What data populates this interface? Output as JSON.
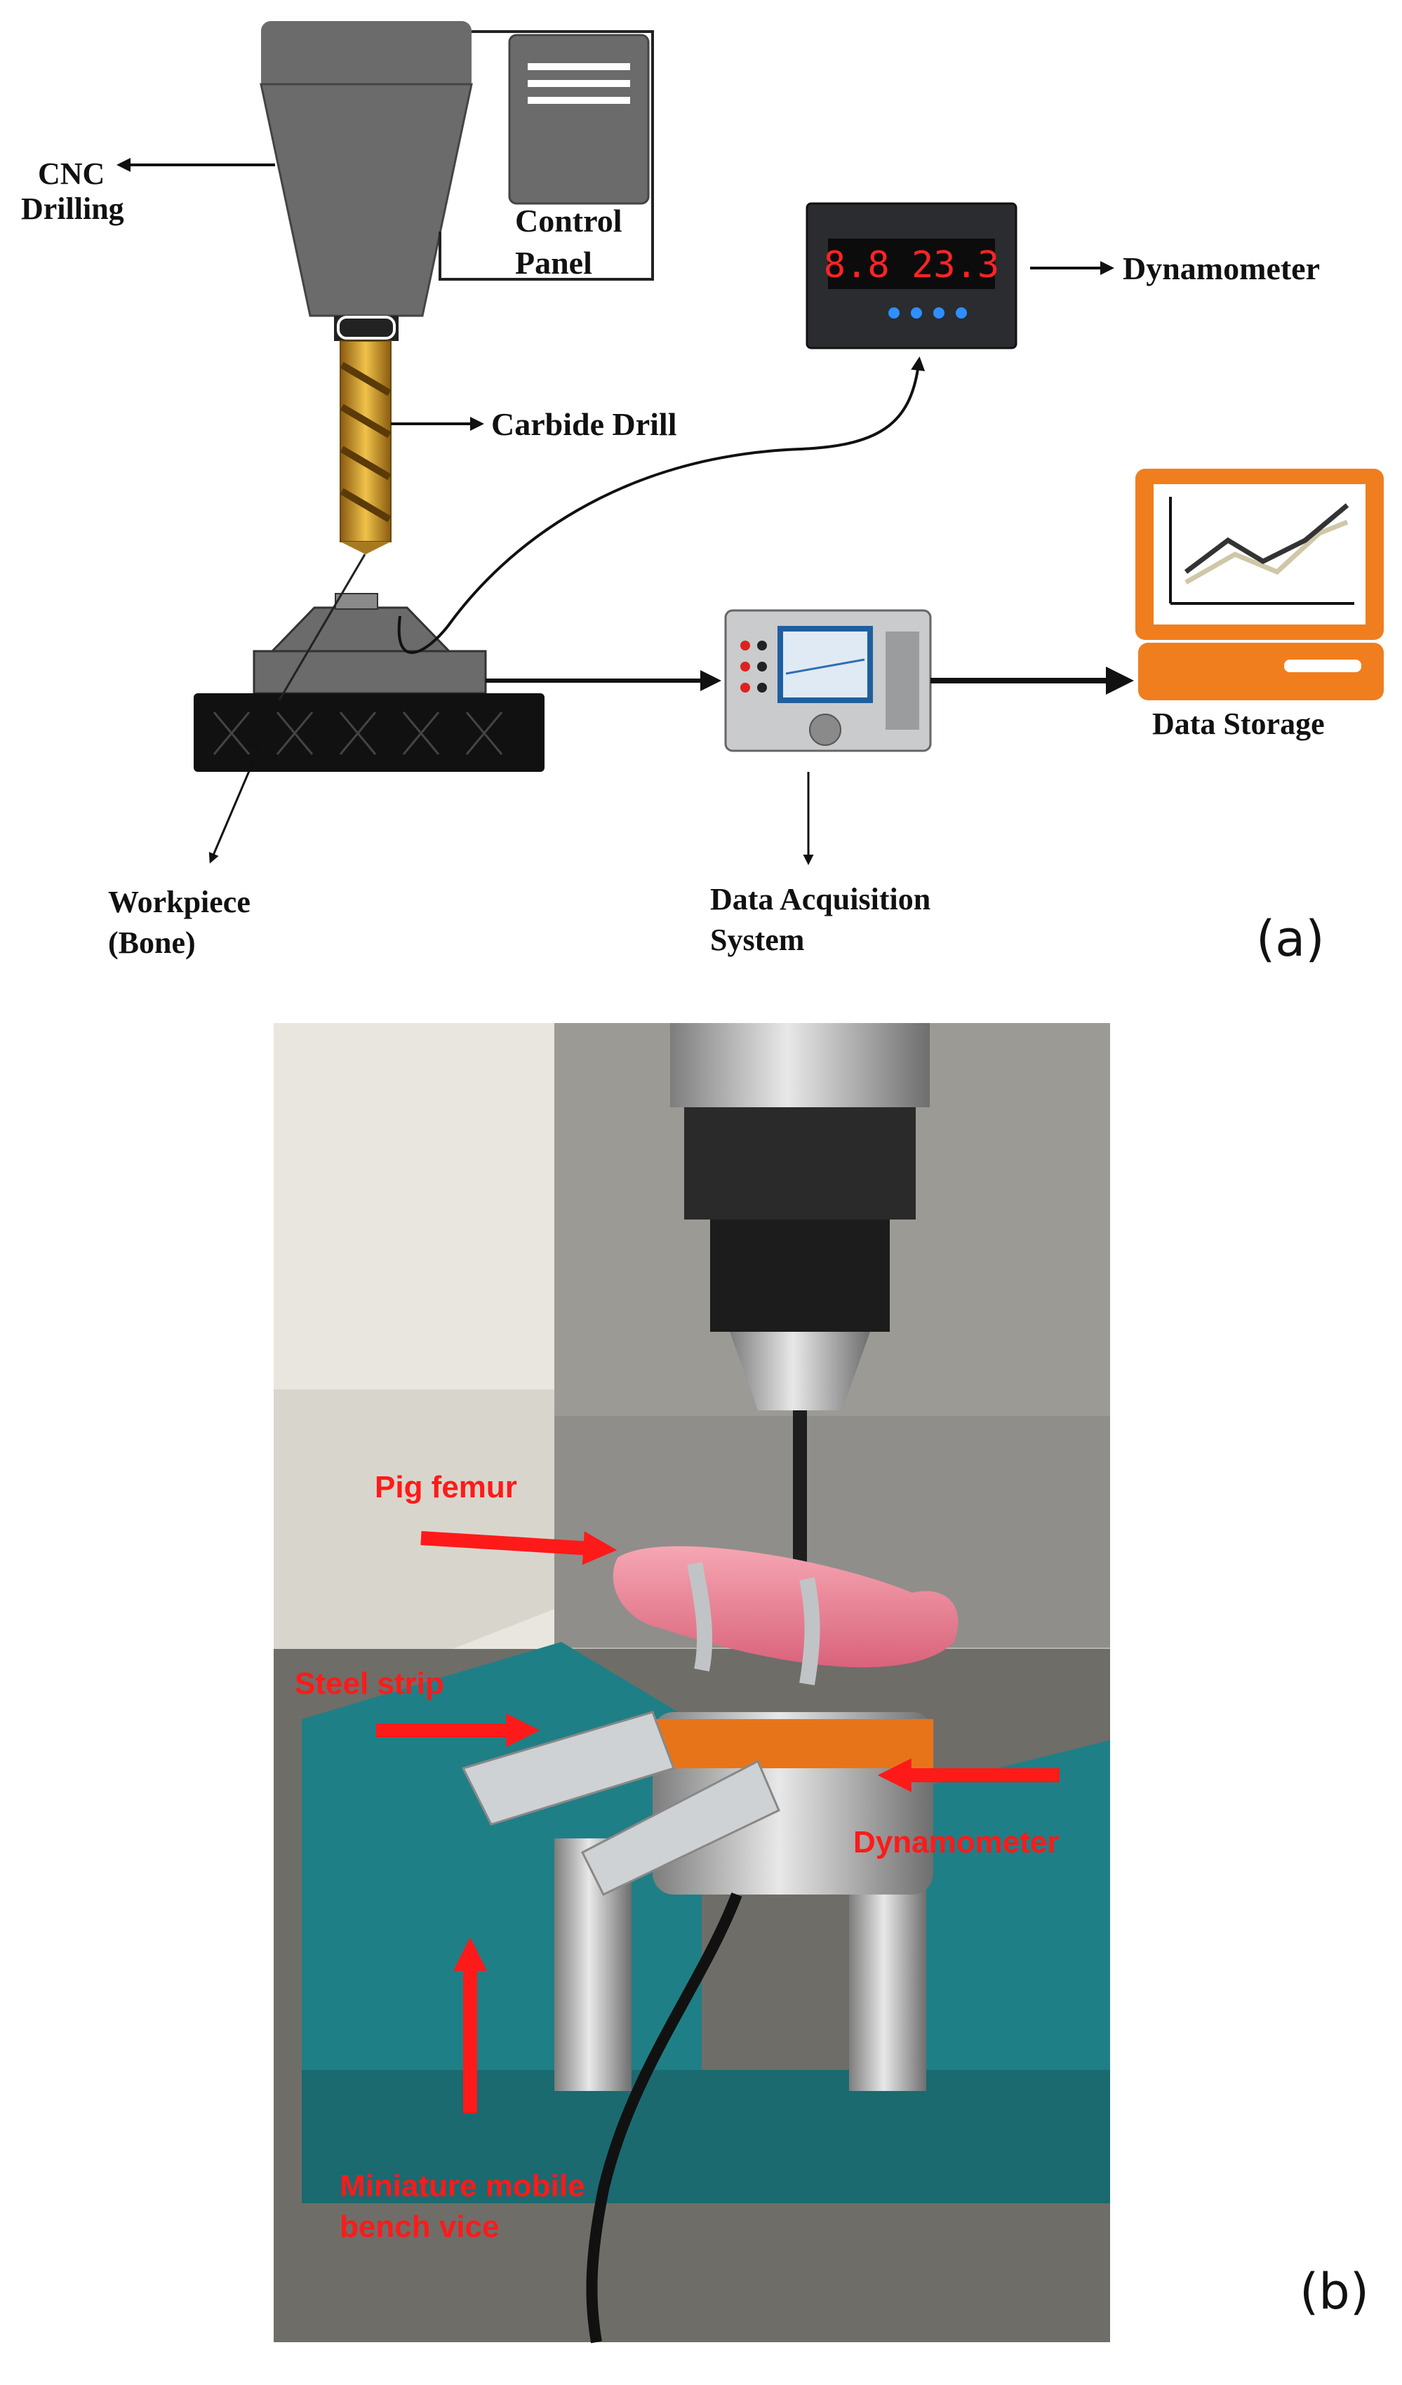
{
  "panel_a": {
    "letter": "(a)",
    "labels": {
      "cnc_line1": "CNC",
      "cnc_line2": "Drilling",
      "control_line1": "Control",
      "control_line2": "Panel",
      "carbide_drill": "Carbide Drill",
      "dynamometer": "Dynamometer",
      "data_storage": "Data Storage",
      "workpiece_line1": "Workpiece",
      "workpiece_line2": "(Bone)",
      "daq_line1": "Data Acquisition",
      "daq_line2": "System"
    },
    "dynamometer_display": "8.8  23.3"
  },
  "panel_b": {
    "letter": "(b)",
    "labels": {
      "pig_femur": "Pig femur",
      "steel_strip": "Steel strip",
      "dynamometer": "Dynamometer",
      "vice_line1": "Miniature mobile",
      "vice_line2": "bench vice"
    }
  },
  "colors": {
    "machine_gray": "#6b6b6b",
    "annotation_red": "#ff1a1a",
    "computer_orange": "#f07e1e",
    "vice_teal": "#1f7f86",
    "dynamometer_orange": "#e8741a"
  }
}
